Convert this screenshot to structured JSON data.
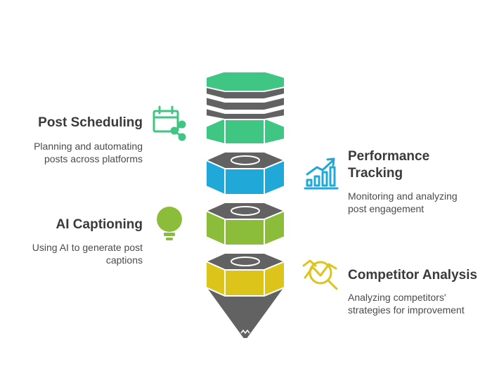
{
  "features": [
    {
      "id": "post-scheduling",
      "title": "Post Scheduling",
      "description_lines": [
        "Planning and automating",
        "posts across platforms"
      ],
      "icon": "calendar-share-icon",
      "color": "#3ec682"
    },
    {
      "id": "performance-tracking",
      "title_lines": [
        "Performance",
        "Tracking"
      ],
      "description_lines": [
        "Monitoring and analyzing",
        "post engagement"
      ],
      "icon": "bar-chart-growth-icon",
      "color": "#1fa8d8"
    },
    {
      "id": "ai-captioning",
      "title": "AI Captioning",
      "description_lines": [
        "Using AI to generate post",
        "captions"
      ],
      "icon": "lightbulb-icon",
      "color": "#8cbd3a"
    },
    {
      "id": "competitor-analysis",
      "title": "Competitor Analysis",
      "description_lines": [
        "Analyzing competitors'",
        "strategies for improvement"
      ],
      "icon": "magnifier-chart-icon",
      "color": "#dcc41a"
    }
  ],
  "colors": {
    "cap_gray": "#626262",
    "ring_stroke": "#ffffff",
    "text_dark": "#3a3a3a",
    "text_body": "#4a4a4a"
  }
}
